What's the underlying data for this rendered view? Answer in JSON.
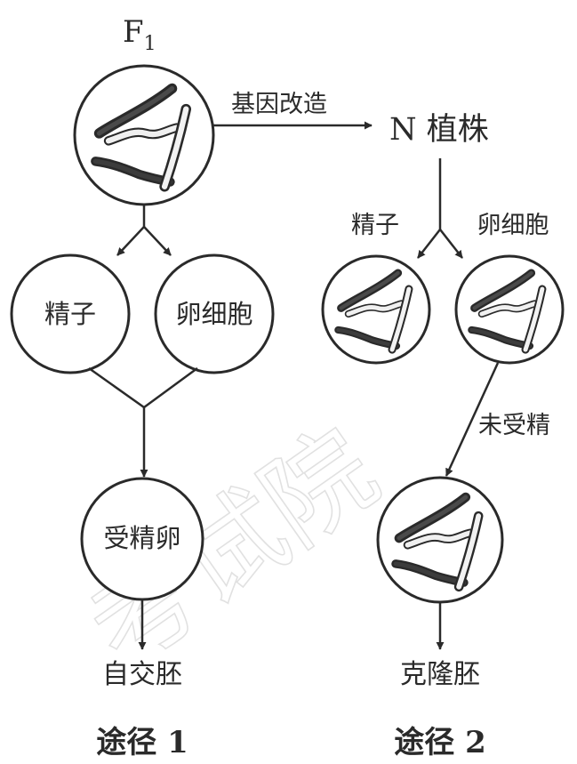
{
  "f1_label": "F",
  "f1_subscript": "1",
  "gene_modification_label": "基因改造",
  "n_plant_label": "N 植株",
  "left_sperm_label": "精子",
  "left_egg_label": "卵细胞",
  "zygote_label": "受精卵",
  "self_embryo_label": "自交胚",
  "route1_label": "途径 1",
  "right_sperm_label": "精子",
  "right_egg_label": "卵细胞",
  "unfertilized_label": "未受精",
  "clone_embryo_label": "克隆胚",
  "route2_label": "途径 2",
  "watermark_text": "考试院"
}
